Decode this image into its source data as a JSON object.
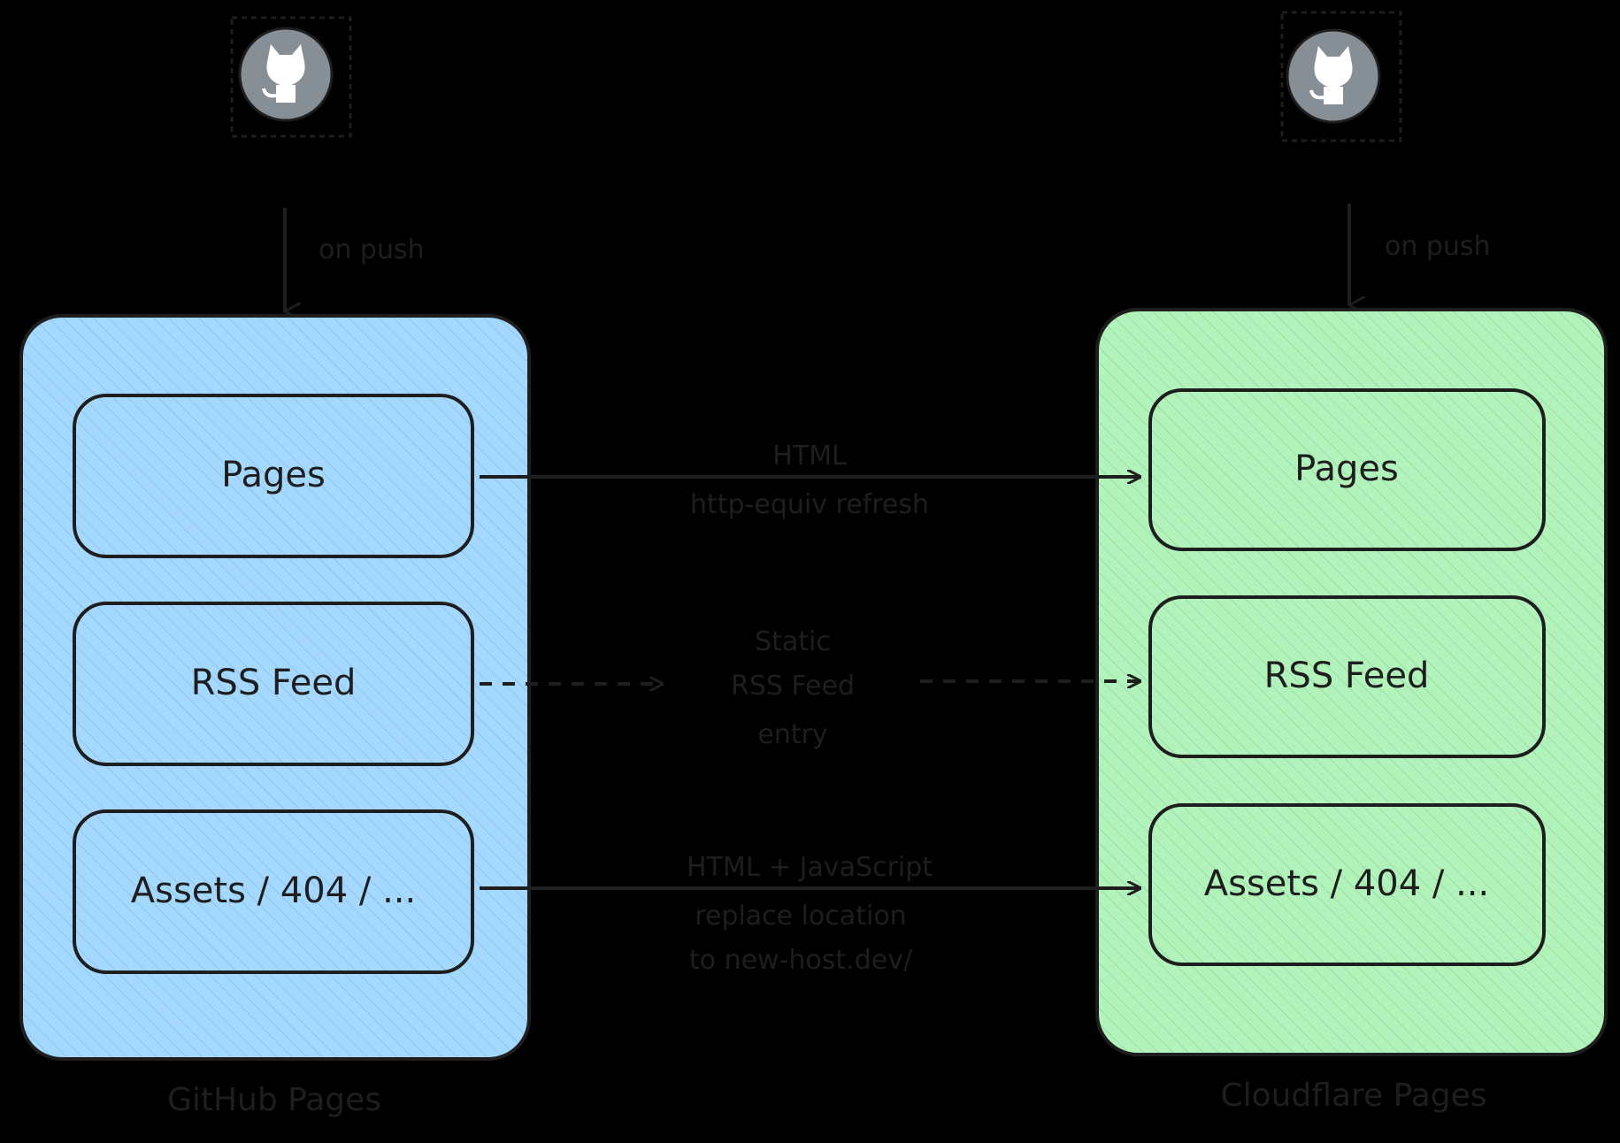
{
  "diagram": {
    "left_group": {
      "caption": "GitHub Pages",
      "trigger": "on push",
      "icon": "github-icon",
      "fill": "#a5d8ff",
      "items": [
        "Pages",
        "RSS Feed",
        "Assets / 404 / ..."
      ]
    },
    "right_group": {
      "caption": "Cloudflare Pages",
      "trigger": "on push",
      "icon": "github-icon",
      "fill": "#b2f2bb",
      "items": [
        "Pages",
        "RSS Feed",
        "Assets / 404 / ..."
      ]
    },
    "edges": [
      {
        "line1": "HTML",
        "line2": "http-equiv refresh",
        "line3": "",
        "style": "solid"
      },
      {
        "line1": "Static",
        "line2": "RSS Feed",
        "line3": "entry",
        "style": "dashed"
      },
      {
        "line1": "HTML + JavaScript",
        "line2": "replace location",
        "line3": "to new-host.dev/",
        "style": "solid"
      }
    ],
    "colors": {
      "background": "#000000",
      "stroke": "#1e1e1e",
      "icon_bg": "#868e96"
    }
  }
}
